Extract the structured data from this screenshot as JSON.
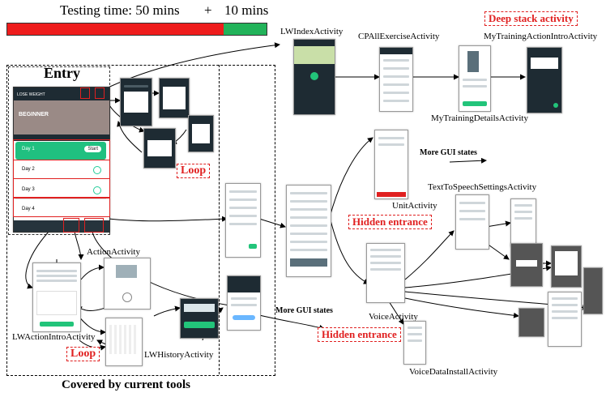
{
  "timing": {
    "label": "Testing time: 50 mins",
    "plus": "+",
    "extra": "10 mins",
    "covered_fraction": 0.833,
    "covered_color": "#ee1c1c",
    "extra_color": "#22b35a"
  },
  "regions": {
    "entry_label": "Entry",
    "covered_label": "Covered by current tools"
  },
  "activities": {
    "lwindex": "LWIndexActivity",
    "cpall": "CPAllExerciseActivity",
    "mytraining_intro": "MyTrainingActionIntroActivity",
    "mytraining_details": "MyTrainingDetailsActivity",
    "unit": "UnitActivity",
    "tts": "TextToSpeechSettingsActivity",
    "voice": "VoiceActivity",
    "voice_data": "VoiceDataInstallActivity",
    "action": "ActionActivity",
    "lwaction_intro": "LWActionIntroActivity",
    "lwhistory": "LWHistoryActivity"
  },
  "annotations": {
    "deep_stack": "Deep stack activity",
    "more_gui_1": "More GUI states",
    "more_gui_2": "More GUI states",
    "hidden_1": "Hidden entrance",
    "hidden_2": "Hidden entrance",
    "loop_1": "Loop",
    "loop_2": "Loop"
  },
  "entry_screen": {
    "header": "LOSE WEIGHT",
    "banner": "BEGINNER",
    "days": [
      "Day 1",
      "Day 2",
      "Day 3",
      "Day 4"
    ],
    "start": "Start"
  }
}
